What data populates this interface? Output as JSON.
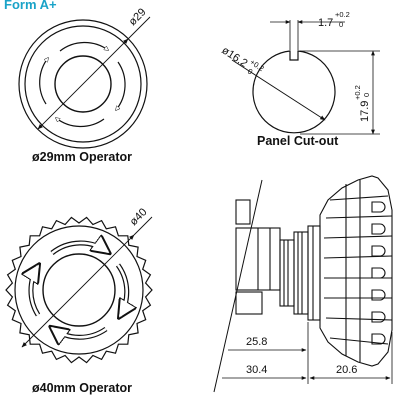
{
  "header_text": "Form A+",
  "captions": {
    "op29": "ø29mm Operator",
    "cutout": "Panel Cut-out",
    "op40": "ø40mm Operator"
  },
  "dimensions": {
    "op29_diameter": "ø29",
    "op40_diameter": "ø40",
    "slot_width": "1.7",
    "slot_width_tol_upper": "+0.2",
    "slot_width_tol_lower": "0",
    "cutout_diameter": "ø16.2",
    "cutout_diameter_tol_upper": "+0.2",
    "cutout_diameter_tol_lower": "0",
    "cutout_height": "17.9",
    "cutout_height_tol_upper": "+0.2",
    "cutout_height_tol_lower": "0",
    "depth_inner": "25.8",
    "depth_outer": "30.4",
    "head_depth": "20.6"
  }
}
